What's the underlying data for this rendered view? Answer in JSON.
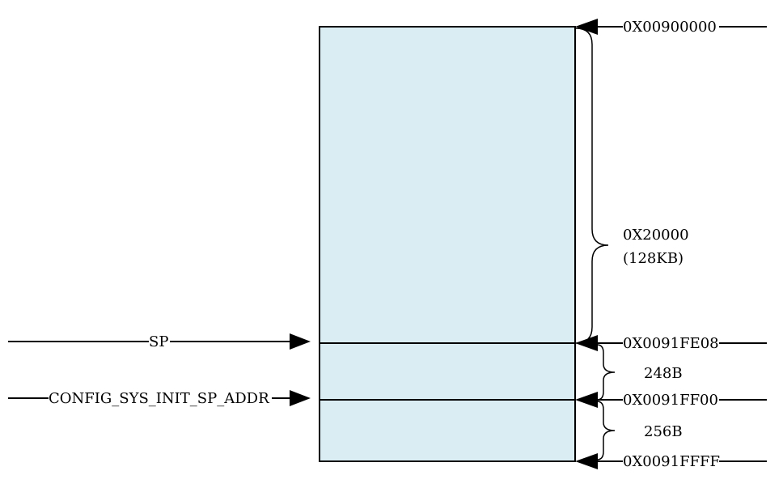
{
  "diagram": {
    "addresses": {
      "top": "0X00900000",
      "sp_base": "0X0091FE08",
      "config": "0X0091FF00",
      "end": "0X0091FFFF"
    },
    "left_labels": {
      "sp": "SP",
      "config_sp": "CONFIG_SYS_INIT_SP_ADDR"
    },
    "sizes": {
      "main_hex": "0X20000",
      "main_kb": "(128KB)",
      "mid": "248B",
      "low": "256B"
    },
    "colors": {
      "memory_fill": "#daedf3",
      "stroke": "#000000"
    }
  }
}
